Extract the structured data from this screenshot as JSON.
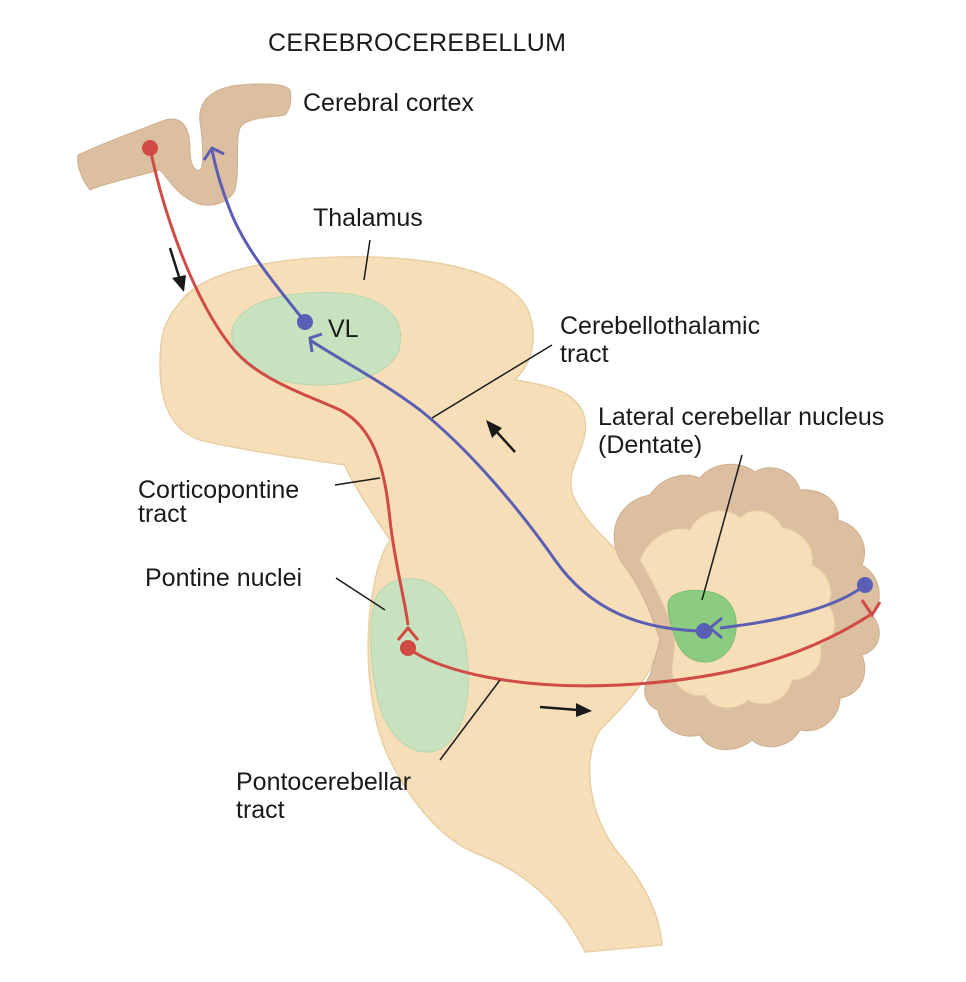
{
  "title": "CEREBROCEREBELLUM",
  "labels": {
    "cerebral_cortex": "Cerebral cortex",
    "thalamus": "Thalamus",
    "vl": "VL",
    "cerebellothalamic_1": "Cerebellothalamic",
    "cerebellothalamic_2": "tract",
    "lateral_nucleus_1": "Lateral cerebellar nucleus",
    "lateral_nucleus_2": "(Dentate)",
    "corticopontine_1": "Corticopontine",
    "corticopontine_2": "tract",
    "pontine_nuclei": "Pontine nuclei",
    "pontocerebellar_1": "Pontocerebellar",
    "pontocerebellar_2": "tract"
  },
  "colors": {
    "brainstem": "#f6dfb8",
    "cortex": "#dcbfa0",
    "cerebellum_tissue": "#dcbfa0",
    "nucleus_green": "#c8e2c0",
    "dentate_green": "#8ccc80",
    "red_pathway": "#d04b44",
    "blue_pathway": "#5a5fb4",
    "leader_line": "#1a1a1a"
  }
}
